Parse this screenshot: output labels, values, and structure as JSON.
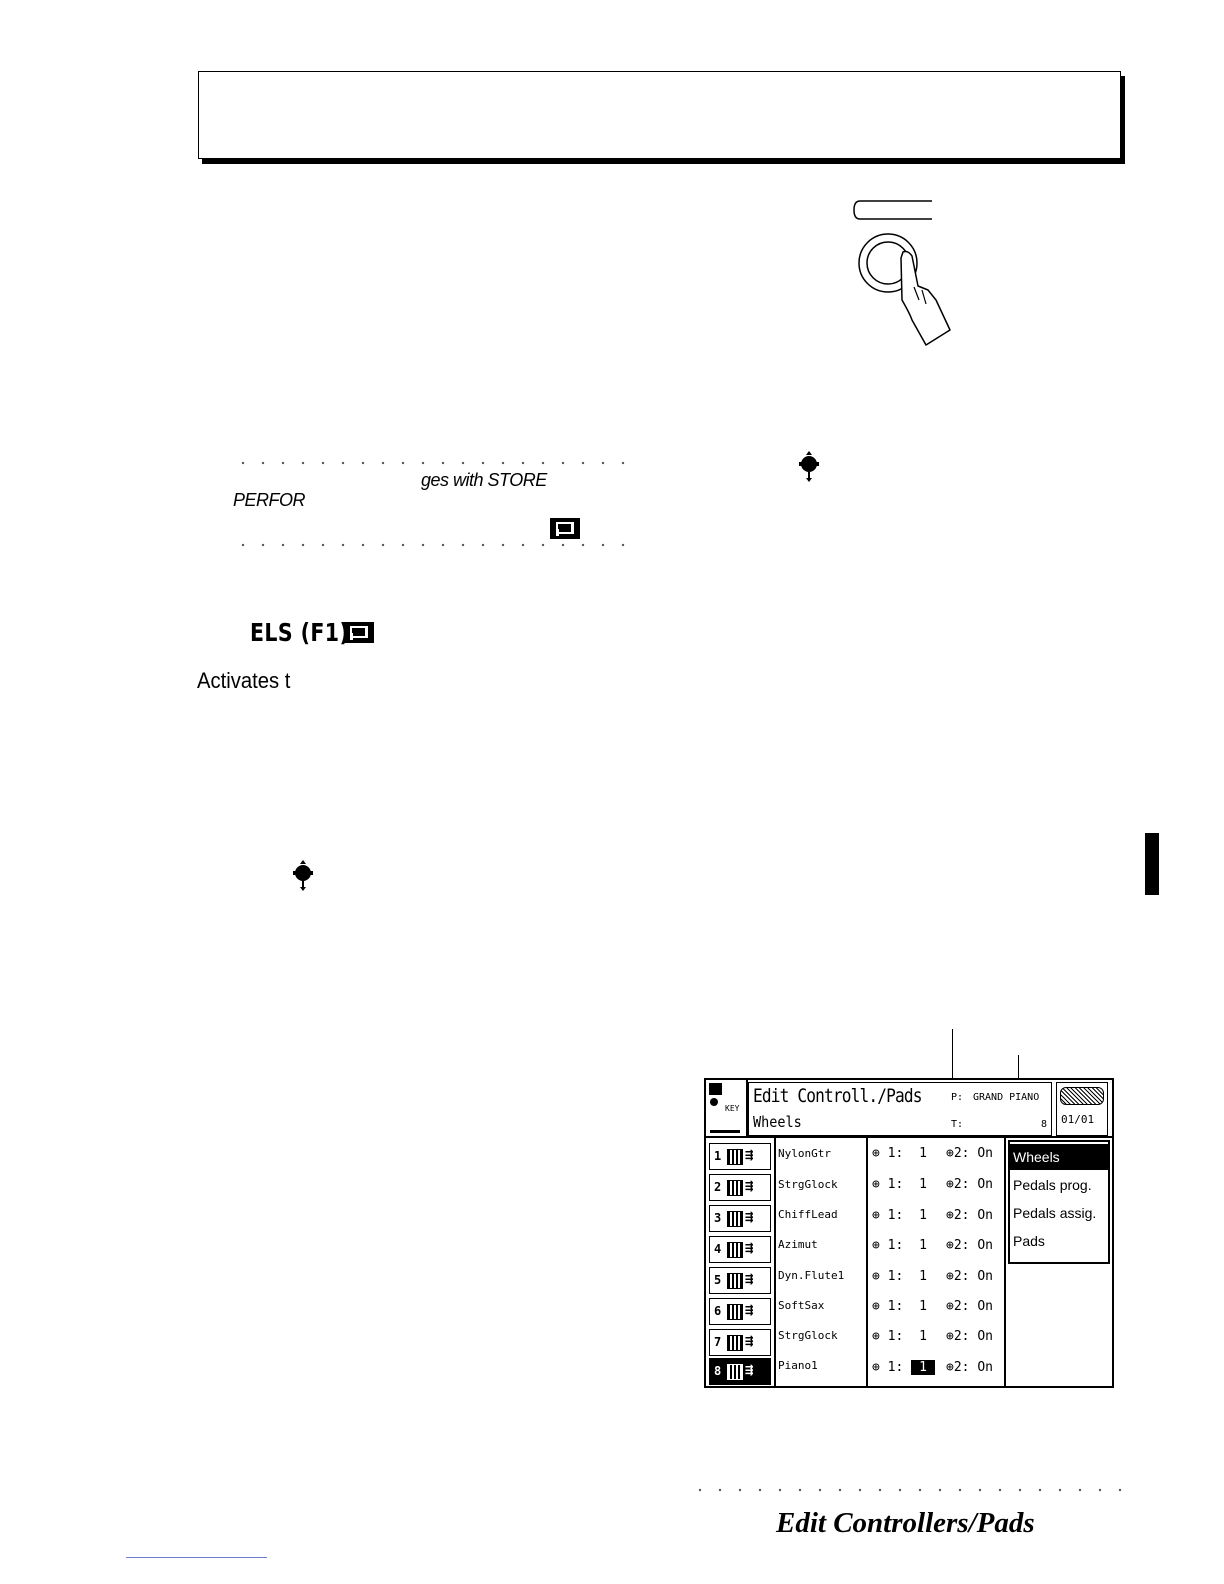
{
  "note": {
    "line1": "ges with STORE",
    "line2": "PERFOR"
  },
  "section": {
    "heading": "ELS (F1)",
    "body": "Activates t"
  },
  "lcd": {
    "title": "Edit Controll./Pads",
    "subtitle": "Wheels",
    "perf_label": "P:",
    "perf_name": "GRAND PIANO",
    "t_label": "T:",
    "t_value": "8",
    "page": "01/01",
    "key_label": "KEY",
    "tracks": [
      {
        "num": "1",
        "name": "NylonGtr",
        "w1": "1",
        "w2": "On"
      },
      {
        "num": "2",
        "name": "StrgGlock",
        "w1": "1",
        "w2": "On"
      },
      {
        "num": "3",
        "name": "ChiffLead",
        "w1": "1",
        "w2": "On"
      },
      {
        "num": "4",
        "name": "Azimut",
        "w1": "1",
        "w2": "On"
      },
      {
        "num": "5",
        "name": "Dyn.Flute1",
        "w1": "1",
        "w2": "On"
      },
      {
        "num": "6",
        "name": "SoftSax",
        "w1": "1",
        "w2": "On"
      },
      {
        "num": "7",
        "name": "StrgGlock",
        "w1": "1",
        "w2": "On"
      },
      {
        "num": "8",
        "name": "Piano1",
        "w1": "1",
        "w2": "On"
      }
    ],
    "wheel1_label": "1:",
    "wheel2_label": "2:",
    "menu": [
      "Wheels",
      "Pedals prog.",
      "Pedals assig.",
      "Pads"
    ]
  },
  "footer": {
    "title": "Edit Controllers/Pads"
  }
}
